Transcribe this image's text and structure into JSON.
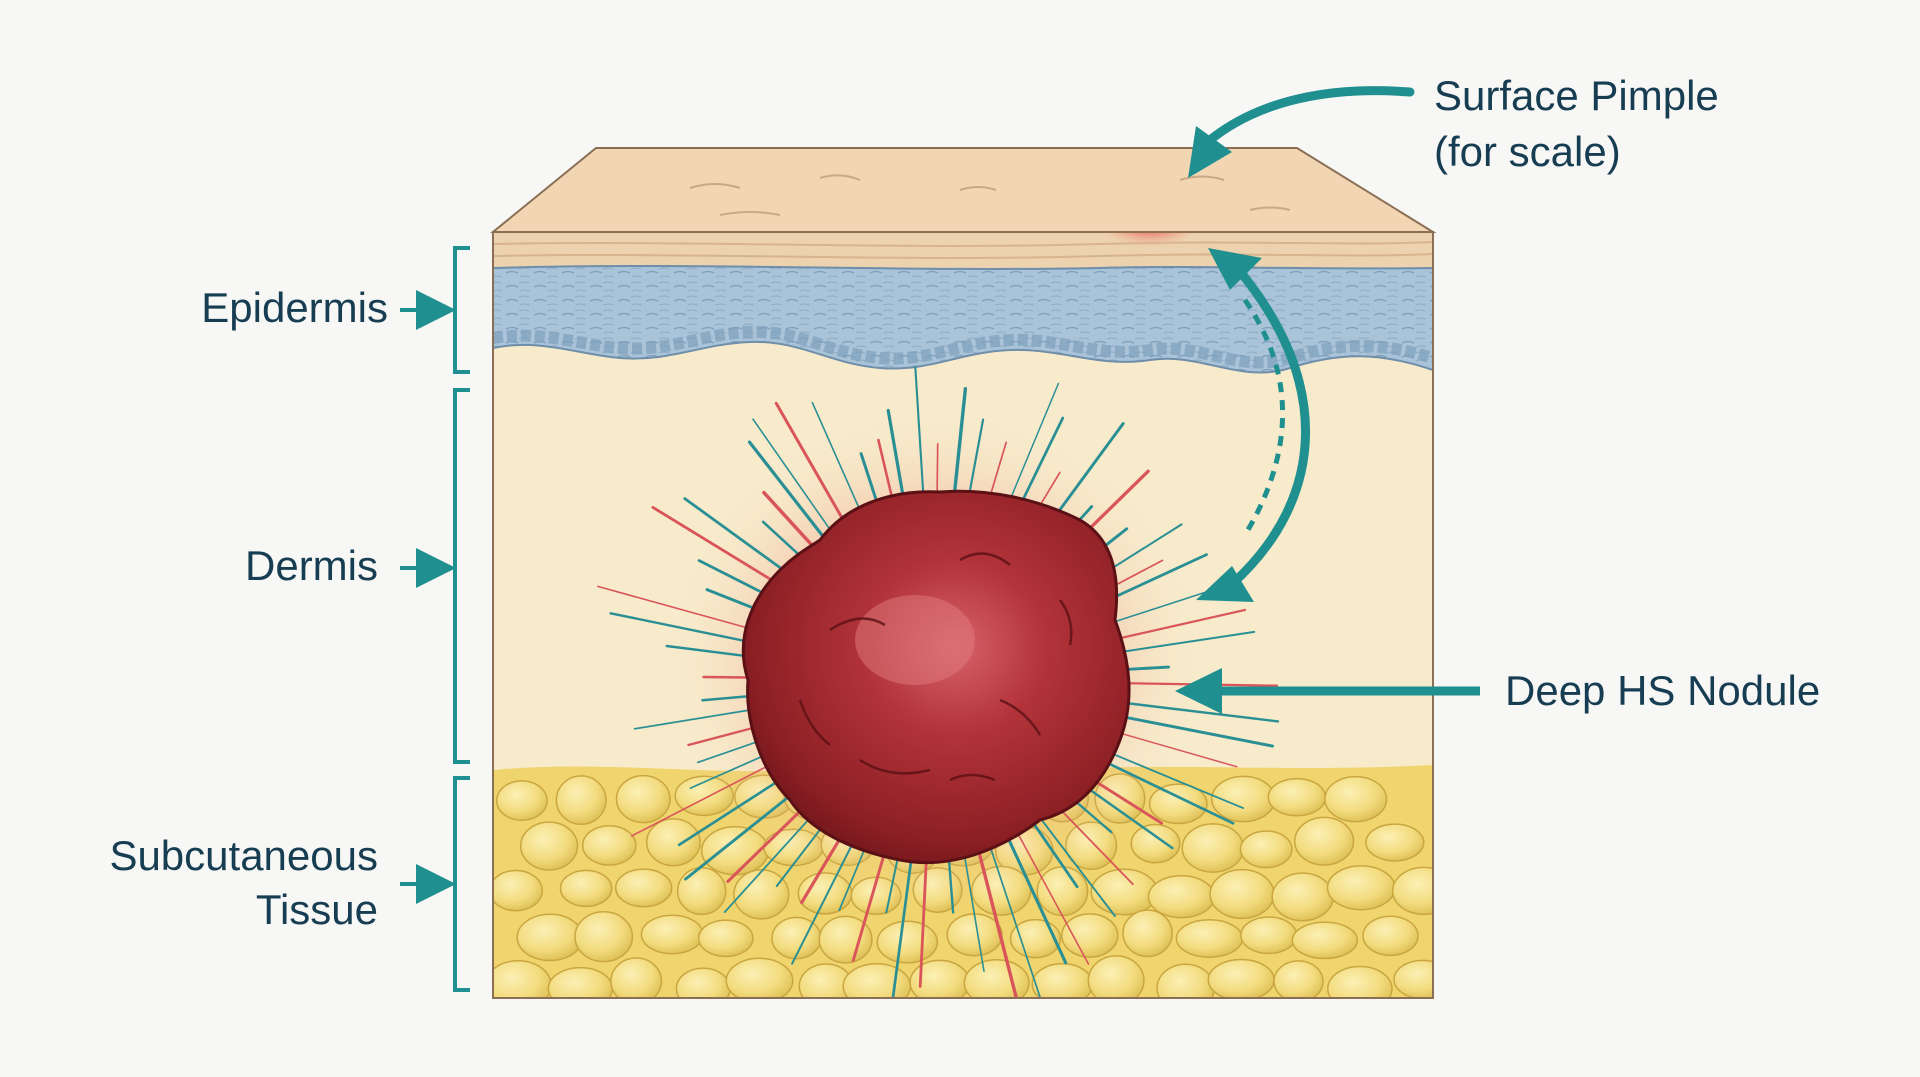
{
  "labels": {
    "epidermis": "Epidermis",
    "dermis": "Dermis",
    "subcutaneous_line1": "Subcutaneous",
    "subcutaneous_line2": "Tissue",
    "surface_pimple_line1": "Surface Pimple",
    "surface_pimple_line2": "(for scale)",
    "deep_nodule": "Deep HS Nodule"
  },
  "colors": {
    "accent_teal": "#1f8f8f",
    "label_text": "#173d52",
    "surface_skin": "#f2d6b3",
    "epidermis_blue": "#a9c3d8",
    "dermis_cream": "#f7ebcb",
    "fat_yellow": "#f2d777",
    "nodule_red": "#9a2326"
  }
}
